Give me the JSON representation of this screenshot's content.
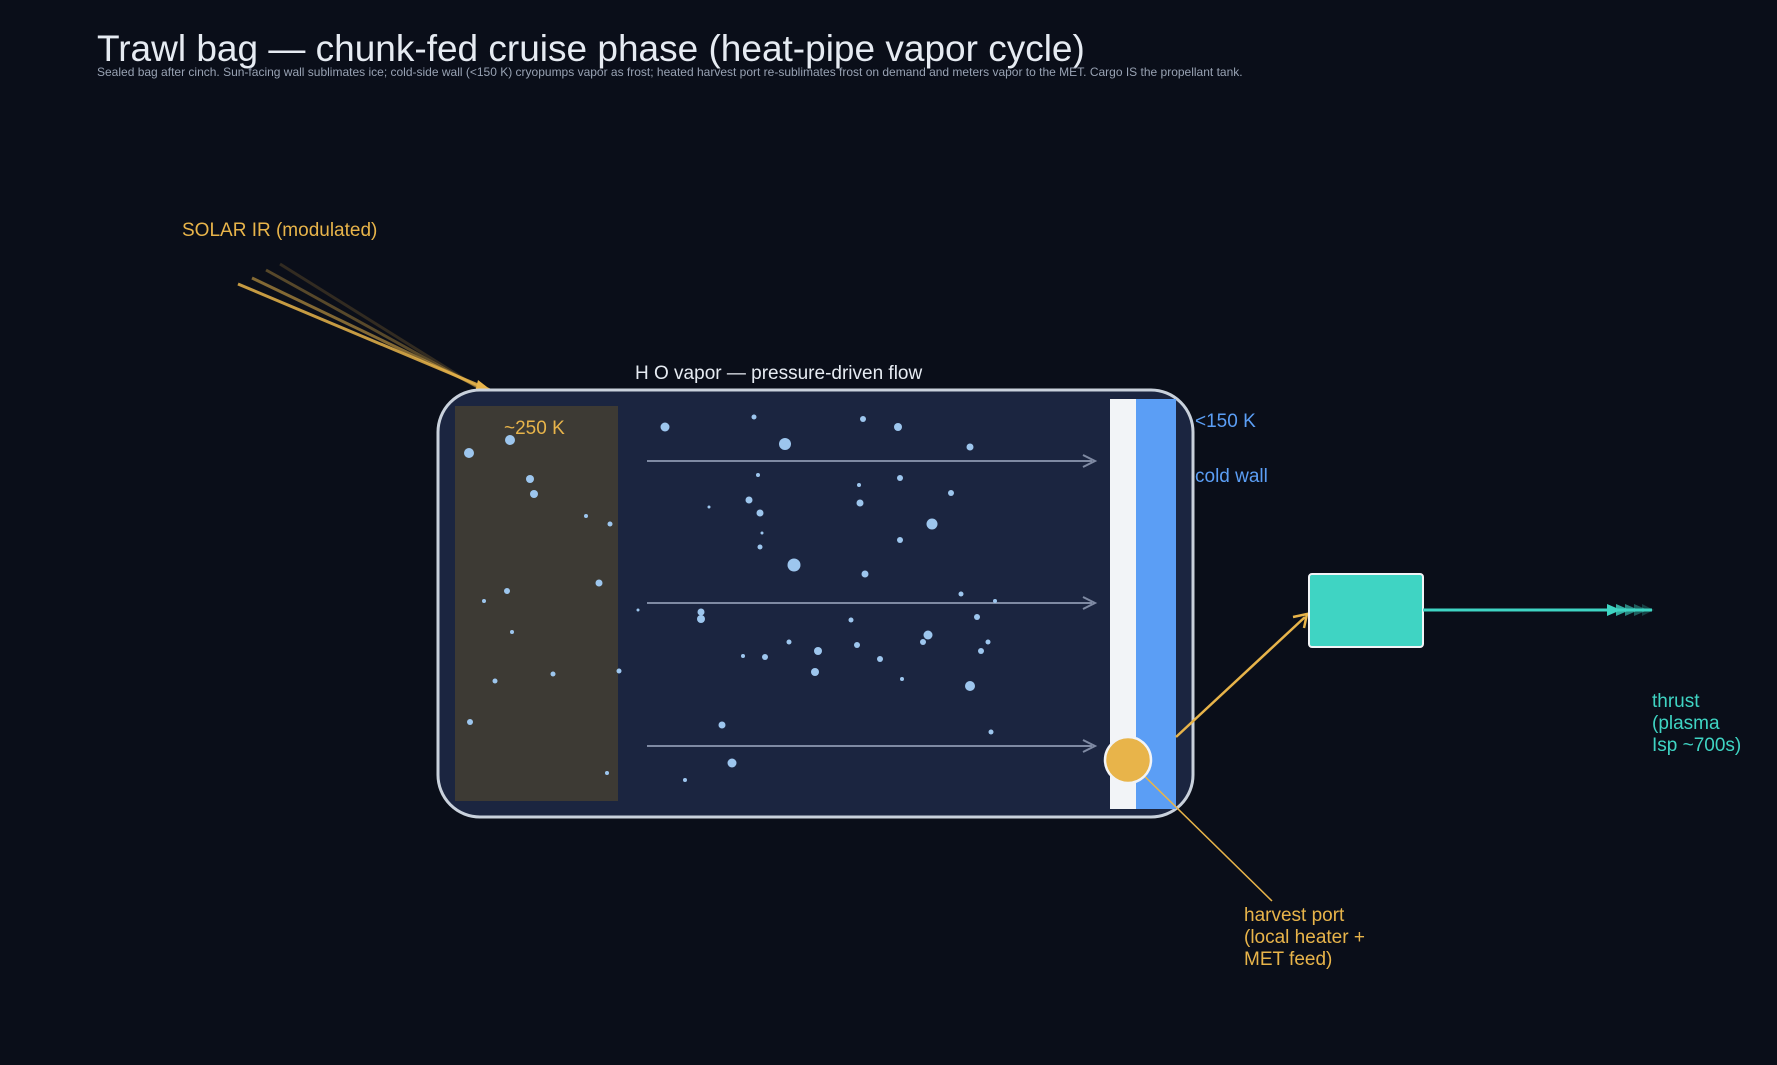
{
  "title": "Trawl bag — chunk-fed cruise phase (heat-pipe vapor cycle)",
  "subtitle": "Sealed bag after cinch. Sun-facing wall sublimates ice; cold-side wall (<150 K) cryopumps vapor as frost; heated harvest port re-sublimates frost on demand and meters vapor to the MET. Cargo IS the propellant tank.",
  "labels": {
    "solar": "SOLAR IR (modulated)",
    "vapor_flow": "H O vapor — pressure-driven flow",
    "warm_temp": "~250 K",
    "cold_temp": "<150 K",
    "cold_wall": "cold wall",
    "harvest_port": [
      "harvest port",
      "(local heater +",
      "MET feed)"
    ],
    "thrust": [
      "thrust",
      "(plasma",
      "Isp ~700s)"
    ]
  },
  "colors": {
    "background": "#0a0e19",
    "bag_fill": "#1b2540",
    "bag_outline": "#c9d1dc",
    "warm_zone": "#3d3a34",
    "solar": "#e8b44a",
    "cold_wall": "#5b9ef5",
    "frost_layer": "#f2f4f7",
    "particles": "#9dc6ee",
    "flow_arrows": "#7f8aa3",
    "engine": "#3fd4c3",
    "title": "#e6ebf2",
    "subtitle": "#98a2b3",
    "text": "#e6ebf2"
  },
  "icons": {
    "harvest_port": "heater-port-circle",
    "engine": "met-thruster-box"
  }
}
